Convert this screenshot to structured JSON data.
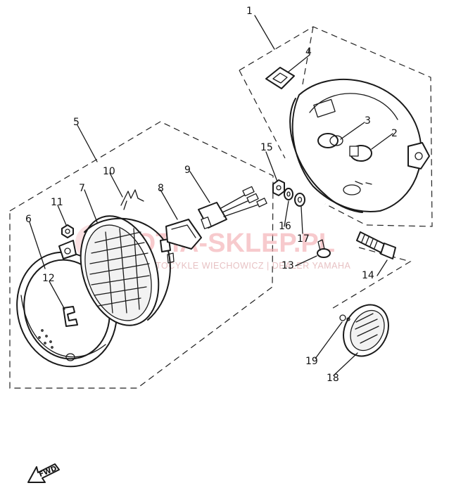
{
  "watermark": {
    "brand": "MOTIA-SKLEP.PL",
    "subtitle": "MOTOCYKLE WIECHOWICZ | DEALER YAMAHA"
  },
  "fwd_label": "FWD",
  "callouts": [
    {
      "id": "1",
      "label": "1"
    },
    {
      "id": "2",
      "label": "2"
    },
    {
      "id": "3",
      "label": "3"
    },
    {
      "id": "4",
      "label": "4"
    },
    {
      "id": "5",
      "label": "5"
    },
    {
      "id": "6",
      "label": "6"
    },
    {
      "id": "7",
      "label": "7"
    },
    {
      "id": "8",
      "label": "8"
    },
    {
      "id": "9",
      "label": "9"
    },
    {
      "id": "10",
      "label": "10"
    },
    {
      "id": "11",
      "label": "11"
    },
    {
      "id": "12",
      "label": "12"
    },
    {
      "id": "13",
      "label": "13"
    },
    {
      "id": "14",
      "label": "14"
    },
    {
      "id": "15",
      "label": "15"
    },
    {
      "id": "16",
      "label": "16"
    },
    {
      "id": "17",
      "label": "17"
    },
    {
      "id": "18",
      "label": "18"
    },
    {
      "id": "19",
      "label": "19"
    }
  ]
}
